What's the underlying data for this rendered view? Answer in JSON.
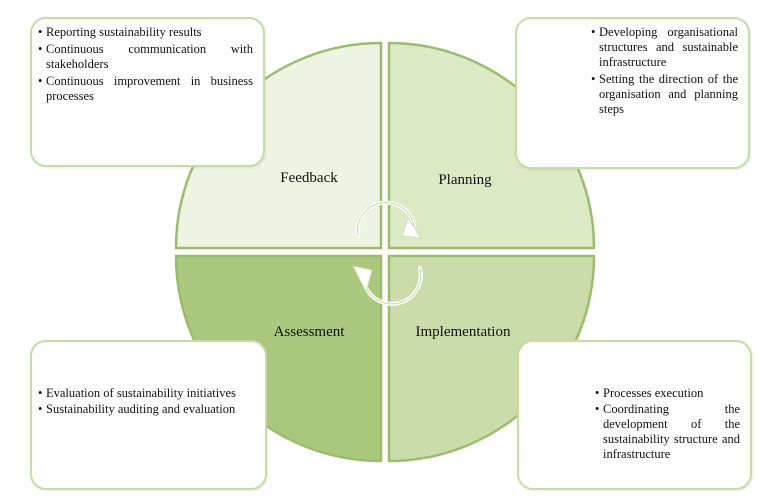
{
  "colors": {
    "feedback_fill": "#eef4e3",
    "planning_fill": "#dce9c5",
    "assessment_fill": "#aac97e",
    "implementation_fill": "#c9dcaa",
    "border": "#9bbd6a",
    "box_border": "#c5dca4"
  },
  "quadrants": {
    "feedback": "Feedback",
    "planning": "Planning",
    "assessment": "Assessment",
    "implementation": "Implementation"
  },
  "boxes": {
    "feedback": [
      "Reporting sustainability results",
      "Continuous communication with stakeholders",
      "Continuous improvement in business processes"
    ],
    "planning": [
      "Developing organisational structures and sustainable infrastructure",
      "Setting the direction of the organisation and planning steps"
    ],
    "assessment": [
      "Evaluation of sustainability initiatives",
      "Sustainability auditing and evaluation"
    ],
    "implementation": [
      "Processes execution",
      "Coordinating the development of the sustainability structure and infrastructure"
    ]
  },
  "center_icon": "circular-arrows-icon"
}
